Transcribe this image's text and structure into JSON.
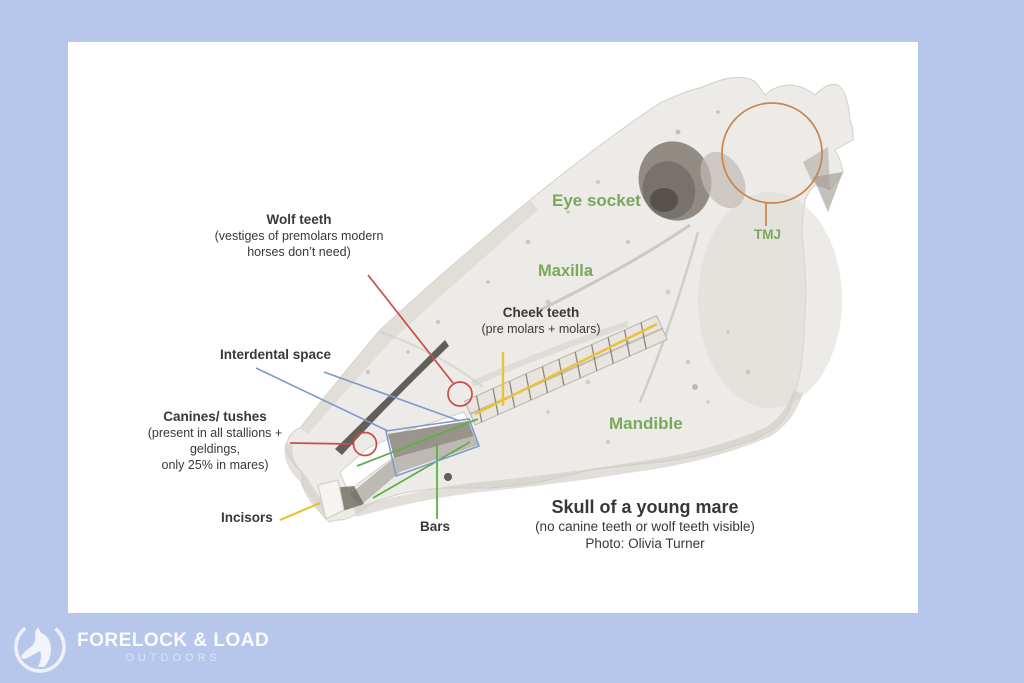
{
  "page": {
    "background": "#b7c7eb"
  },
  "logo": {
    "title": "FORELOCK & LOAD",
    "subtitle": "OUTDOORS",
    "icon": "horse-head-icon"
  },
  "diagram": {
    "labels": {
      "wolf_teeth_1": "Wolf teeth",
      "wolf_teeth_2": "(vestiges of premolars modern",
      "wolf_teeth_3": "horses don’t need)",
      "eye_socket": "Eye socket",
      "tmj": "TMJ",
      "maxilla": "Maxilla",
      "cheek_teeth_1": "Cheek teeth",
      "cheek_teeth_2": "(pre molars + molars)",
      "interdental_space": "Interdental space",
      "canines_1": "Canines/ tushes",
      "canines_2": "(present in all stallions + geldings,",
      "canines_3": "only 25% in mares)",
      "mandible": "Mandible",
      "incisors": "Incisors",
      "bars": "Bars"
    },
    "caption": {
      "title": "Skull of a young mare",
      "line2": "(no canine teeth or wolf teeth visible)",
      "line3": "Photo: Olivia Turner"
    },
    "colors": {
      "page_bg": "#b7c7eb",
      "green_label": "#7aa95c",
      "red": "#cc4b4b",
      "blue": "#7e99c9",
      "green_line": "#5faf47",
      "yellow": "#e8c23a",
      "orange": "#c8854e"
    }
  }
}
